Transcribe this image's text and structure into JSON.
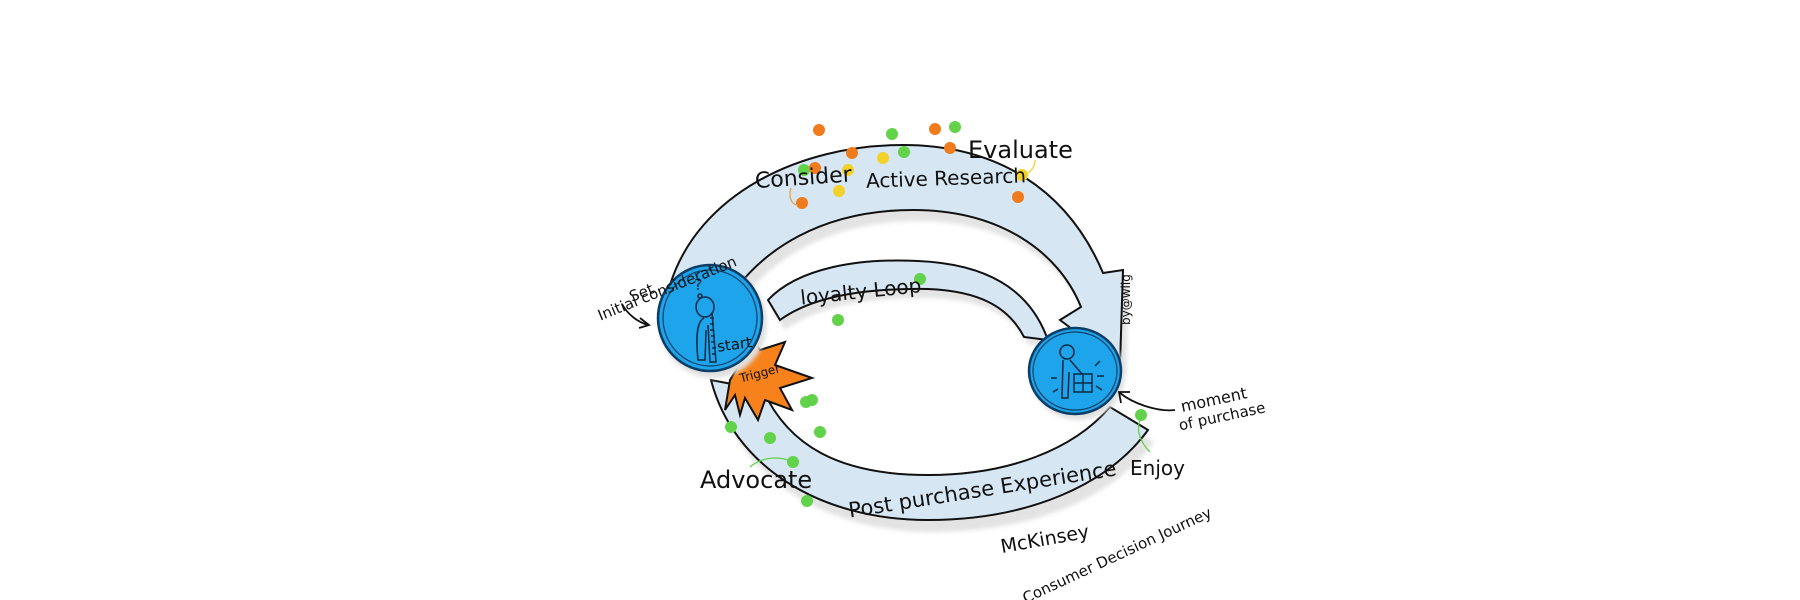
{
  "title": "McKinsey Consumer Decision Journey",
  "colors": {
    "arrow_fill": "#d6e6f2",
    "arrow_shadow": "#e3e3e3",
    "outline": "#111111",
    "circle_fill": "#1ea4ea",
    "circle_stroke": "#0b3e66",
    "trigger_fill": "#f7821b",
    "dot_orange": "#f07b1c",
    "dot_green": "#62d24a",
    "dot_yellow": "#f2d12a",
    "consider_leader": "#e8a04a",
    "evaluate_leader": "#f2d12a",
    "enjoy_leader": "#62d24a",
    "advocate_leader": "#62d24a"
  },
  "labels": {
    "consider": "Consider",
    "active_research": "Active Research",
    "evaluate": "Evaluate",
    "initial_consideration_line1": "Initial consideration",
    "initial_consideration_line2": "Set",
    "loyalty_loop": "loyalty Loop",
    "start": "start",
    "trigger": "Trigger",
    "moment_line1": "moment",
    "moment_line2": "of purchase",
    "enjoy": "Enjoy",
    "advocate": "Advocate",
    "post_purchase": "Post purchase Experience",
    "credit": "by@wilg",
    "source_line1": "McKinsey",
    "source_line2": "Consumer Decision Journey"
  },
  "icons": {
    "start_figure": "thinking-person-icon",
    "purchase_figure": "person-with-box-icon",
    "trigger_burst": "starburst-icon",
    "question_mark": "question-mark-icon"
  },
  "dots": {
    "active_research": [
      "orange",
      "orange",
      "green",
      "yellow",
      "green",
      "orange",
      "green",
      "orange",
      "green",
      "yellow",
      "yellow",
      "orange",
      "yellow",
      "orange",
      "orange"
    ],
    "loyalty_loop": [
      "green",
      "green"
    ],
    "post_purchase": [
      "green",
      "green",
      "green",
      "green",
      "green",
      "green",
      "green"
    ],
    "enjoy": [
      "green"
    ]
  }
}
